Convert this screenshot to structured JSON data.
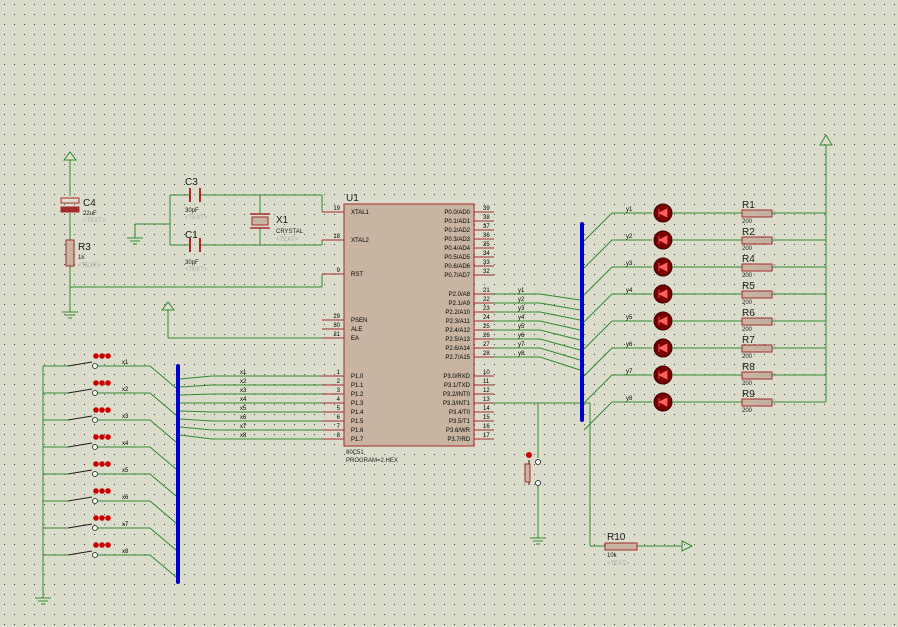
{
  "colors": {
    "background": "#dcdccc",
    "grid_dot": "#3a3a3a",
    "wire": "#2e8b2e",
    "part_outline": "#a52a2a",
    "chip_fill": "#c8b4a0",
    "pin_text": "#000000",
    "label_dark": "#1a1a1a",
    "bus": "#0000cc",
    "led_fill": "#7a0000",
    "resistor_fill": "#c8b4a0",
    "placeholder": "#a8a8a8",
    "switch_dot": "#cc0000"
  },
  "mcu": {
    "ref": "U1",
    "part": "80C51",
    "program": "PROGRAM=2.HEX",
    "left_pins": [
      {
        "num": "19",
        "name": "XTAL1"
      },
      {
        "num": "18",
        "name": "XTAL2"
      },
      {
        "num": "9",
        "name": "RST"
      },
      {
        "num": "29",
        "name": "PSEN"
      },
      {
        "num": "30",
        "name": "ALE"
      },
      {
        "num": "31",
        "name": "EA"
      },
      {
        "num": "1",
        "name": "P1.0"
      },
      {
        "num": "2",
        "name": "P1.1"
      },
      {
        "num": "3",
        "name": "P1.2"
      },
      {
        "num": "4",
        "name": "P1.3"
      },
      {
        "num": "5",
        "name": "P1.4"
      },
      {
        "num": "6",
        "name": "P1.5"
      },
      {
        "num": "7",
        "name": "P1.6"
      },
      {
        "num": "8",
        "name": "P1.7"
      }
    ],
    "right_pins": [
      {
        "num": "39",
        "name": "P0.0/AD0"
      },
      {
        "num": "38",
        "name": "P0.1/AD1"
      },
      {
        "num": "37",
        "name": "P0.2/AD2"
      },
      {
        "num": "36",
        "name": "P0.3/AD3"
      },
      {
        "num": "35",
        "name": "P0.4/AD4"
      },
      {
        "num": "34",
        "name": "P0.5/AD5"
      },
      {
        "num": "33",
        "name": "P0.6/AD6"
      },
      {
        "num": "32",
        "name": "P0.7/AD7"
      },
      {
        "num": "21",
        "name": "P2.0/A8"
      },
      {
        "num": "22",
        "name": "P2.1/A9"
      },
      {
        "num": "23",
        "name": "P2.2/A10"
      },
      {
        "num": "24",
        "name": "P2.3/A11"
      },
      {
        "num": "25",
        "name": "P2.4/A12"
      },
      {
        "num": "26",
        "name": "P2.5/A13"
      },
      {
        "num": "27",
        "name": "P2.6/A14"
      },
      {
        "num": "28",
        "name": "P2.7/A15"
      },
      {
        "num": "10",
        "name": "P3.0/RXD"
      },
      {
        "num": "11",
        "name": "P3.1/TXD"
      },
      {
        "num": "12",
        "name": "P3.2/INT0"
      },
      {
        "num": "13",
        "name": "P3.3/INT1"
      },
      {
        "num": "14",
        "name": "P3.4/T0"
      },
      {
        "num": "15",
        "name": "P3.5/T1"
      },
      {
        "num": "16",
        "name": "P3.6/WR"
      },
      {
        "num": "17",
        "name": "P3.7/RD"
      }
    ]
  },
  "p1_nets": [
    "x1",
    "x2",
    "x3",
    "x4",
    "x5",
    "x6",
    "x7",
    "x8"
  ],
  "p2_nets": [
    "y1",
    "y2",
    "y3",
    "y4",
    "y5",
    "y6",
    "y7",
    "y8"
  ],
  "switches": [
    "x1",
    "x2",
    "x3",
    "x4",
    "x5",
    "x6",
    "x7",
    "x8"
  ],
  "leds": [
    {
      "net": "y1",
      "res": "R1",
      "value": "200"
    },
    {
      "net": "y2",
      "res": "R2",
      "value": "200"
    },
    {
      "net": "y3",
      "res": "R4",
      "value": "200"
    },
    {
      "net": "y4",
      "res": "R5",
      "value": "200"
    },
    {
      "net": "y5",
      "res": "R6",
      "value": "200"
    },
    {
      "net": "y6",
      "res": "R7",
      "value": "200"
    },
    {
      "net": "y7",
      "res": "R8",
      "value": "200"
    },
    {
      "net": "y8",
      "res": "R9",
      "value": "200"
    }
  ],
  "placeholder": "<TEXT>",
  "c4": {
    "ref": "C4",
    "value": "22uF"
  },
  "r3": {
    "ref": "R3",
    "value": "1k"
  },
  "c3": {
    "ref": "C3",
    "value": "30pF"
  },
  "c1": {
    "ref": "C1",
    "value": "30pF"
  },
  "x1": {
    "ref": "X1",
    "value": "CRYSTAL"
  },
  "r10": {
    "ref": "R10",
    "value": "10k"
  }
}
